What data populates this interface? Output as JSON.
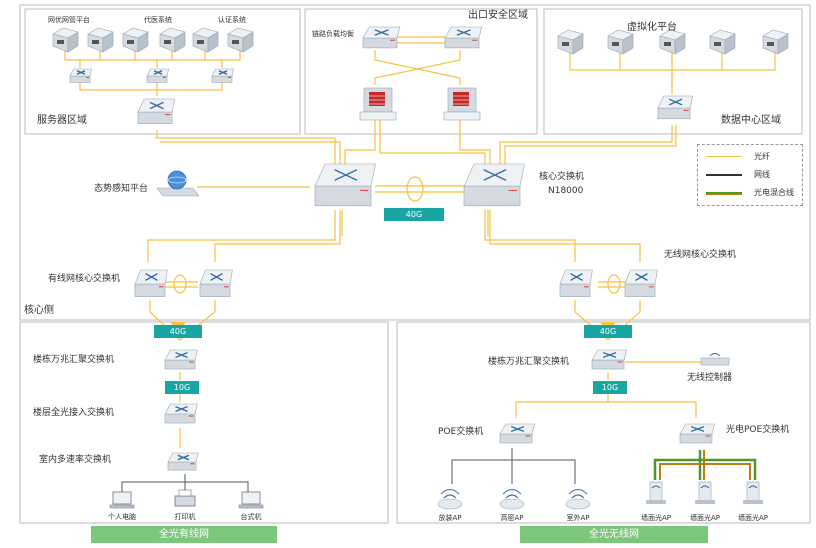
{
  "regions": {
    "server_zone": "服务器区域",
    "exit_security_zone": "出口安全区域",
    "datacenter_zone": "数据中心区域",
    "core_side": "核心侧"
  },
  "server_group_labels": [
    "网优网管平台",
    "代医系统",
    "认证系统"
  ],
  "load_balancer": "链路负载均衡",
  "virtualization_platform": "虚拟化平台",
  "situation_platform": "态势感知平台",
  "core_switch": {
    "line1": "核心交换机",
    "line2": "N18000"
  },
  "links": {
    "core_40g": "40G",
    "wired_40g": "40G",
    "wireless_40g": "40G",
    "wired_10g": "10G",
    "wireless_10g": "10G"
  },
  "wired_core": "有线网核心交换机",
  "wireless_core": "无线网核心交换机",
  "wired": {
    "agg_switch": "楼栋万兆汇聚交换机",
    "access_switch": "楼层全光接入交换机",
    "multi_rate_switch": "室内多速率交换机",
    "endpoints": [
      "个人电脑",
      "打印机",
      "台式机"
    ],
    "banner": "全光有线网"
  },
  "wireless": {
    "agg_switch": "楼栋万兆汇聚交换机",
    "controller": "无线控制器",
    "poe_switch": "POE交换机",
    "opto_poe_switch": "光电POE交换机",
    "aps": [
      "放装AP",
      "高密AP",
      "室外AP",
      "墙面光AP",
      "墙面光AP",
      "墙面光AP"
    ],
    "banner": "全光无线网"
  },
  "legend": [
    {
      "label": "光纤",
      "color": "#f5c242"
    },
    {
      "label": "网线",
      "color": "#333333"
    },
    {
      "label": "光电混合线",
      "color": "#b8860b"
    }
  ],
  "colors": {
    "fiber": "#f5c242",
    "cable": "#555555",
    "hybrid_green": "#4a9a2a",
    "hybrid_gold": "#c07a10",
    "badge": "#1aa5a5",
    "banner": "#7dc77d"
  }
}
